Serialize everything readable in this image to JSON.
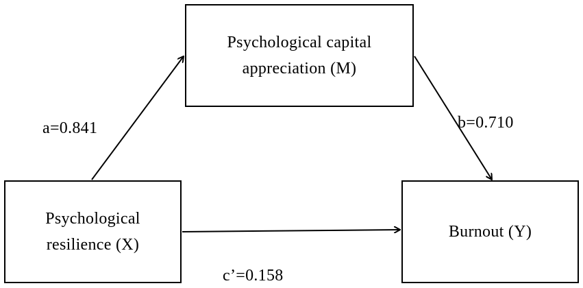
{
  "diagram": {
    "mediator": {
      "line1": "Psychological capital",
      "line2": "appreciation (M)"
    },
    "predictor": {
      "line1": "Psychological",
      "line2": "resilience (X)"
    },
    "outcome": {
      "label": "Burnout (Y)"
    },
    "paths": {
      "a": "a=0.841",
      "b": "b=0.710",
      "c_prime": "c’=0.158"
    }
  }
}
